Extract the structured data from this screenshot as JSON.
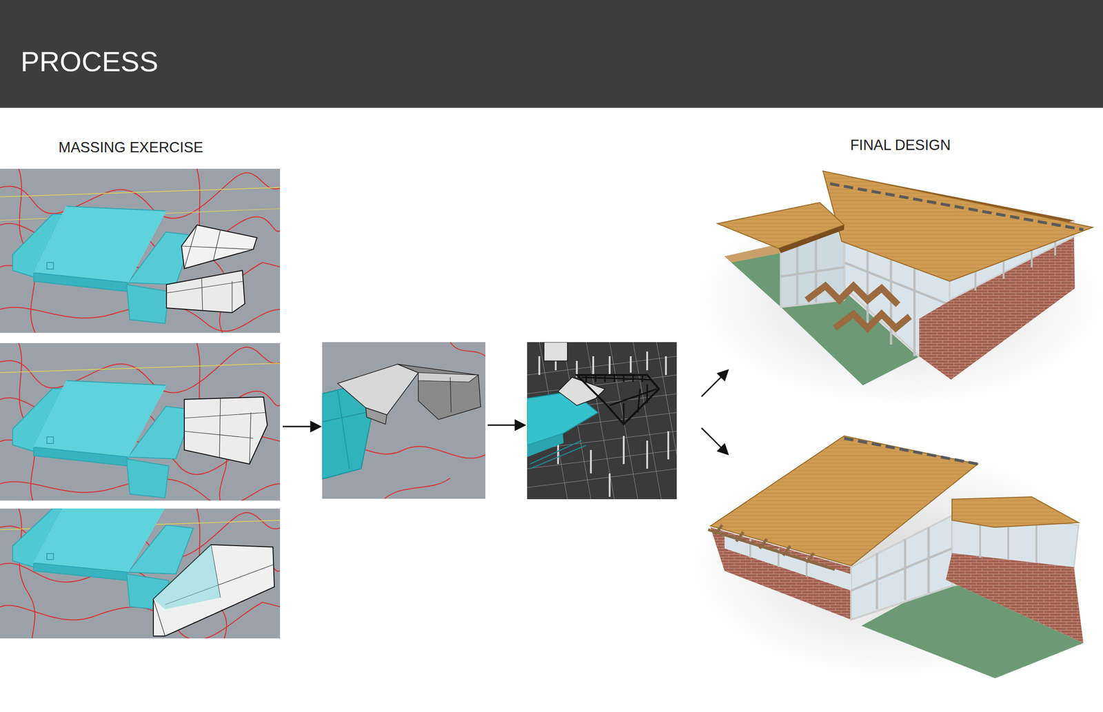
{
  "diagram": {
    "title": "PROCESS",
    "labels": [
      "MASSING EXERCISE",
      "FINAL DESIGN"
    ]
  }
}
